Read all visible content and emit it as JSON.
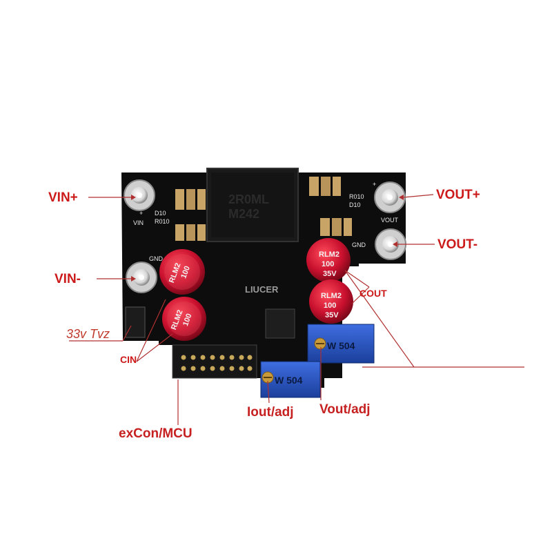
{
  "labels": {
    "vin_plus": "VIN+",
    "vin_minus": "VIN-",
    "vout_plus": "VOUT+",
    "vout_minus": "VOUT-",
    "tvz": "33v  Tvz",
    "cin": "CIN",
    "cout": "COUT",
    "excon": "exCon/MCU",
    "iout_adj": "Iout/adj",
    "vout_adj": "Vout/adj"
  },
  "board": {
    "inductor_line1": "2R0ML",
    "inductor_line2": "M242",
    "chip_text": "LIUCER",
    "silk_vin": "VIN",
    "silk_gnd_left": "GND",
    "silk_gnd_right": "GND",
    "silk_vout": "VOUT",
    "silk_plus_left": "+",
    "silk_plus_right": "+",
    "silk_d10": "D10",
    "silk_r010": "R010",
    "silk_r010b": "R010",
    "silk_d10b": "D10",
    "cap": {
      "brand": "RLM2",
      "value": "100",
      "voltage": "35V"
    },
    "pot": {
      "code": "W 504"
    }
  },
  "colors": {
    "pcb": "#0d0d0d",
    "label_red": "#cc1a1a",
    "pointer_line": "#b03030",
    "capacitor_red": "#c8102e",
    "pot_blue": "#1f4fc4",
    "pad_copper": "#c8a85a"
  }
}
